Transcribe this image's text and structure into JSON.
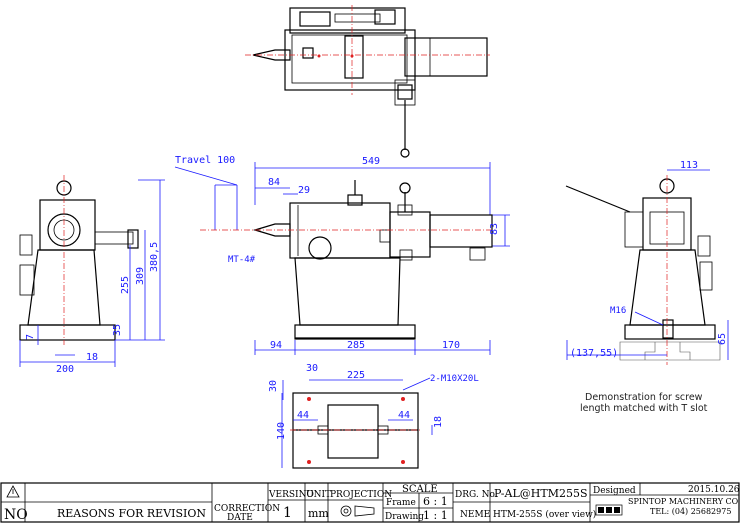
{
  "dimensions": {
    "travel": "Travel 100",
    "overall_length": "549",
    "d84": "84",
    "d29": "29",
    "d83": "83",
    "taper": "MT-4#",
    "left_ext": "94",
    "base_len": "285",
    "right_ext": "170",
    "d7": "7",
    "d35": "35",
    "d18_end": "18",
    "d200": "200",
    "h255": "255",
    "h309": "309",
    "h380": "380,5",
    "d113": "113",
    "bolt": "M16",
    "d137": "(137,55)",
    "d65": "65",
    "d30a": "30",
    "d30b": "30",
    "d225": "225",
    "holes": "2-M10X20L",
    "d44a": "44",
    "d44b": "44",
    "d140": "140",
    "d18_slot": "18"
  },
  "demonstration_note": [
    "Demonstration for screw",
    "length matched with T slot"
  ],
  "title_block": {
    "no_symbol": "NO",
    "reasons": "REASONS FOR REVISION",
    "correction_line1": "CORRECTION",
    "correction_line2": "DATE",
    "version_label": "VERSINO",
    "version_value": "1",
    "unit_label": "UNIT",
    "unit_value": "mm",
    "projection_label": "PROJECTION",
    "scale_label": "SCALE",
    "frame_label": "Frame",
    "frame_value": "6 : 1",
    "drawing_label": "Drawing",
    "drawing_value": "1 : 1",
    "drg_label": "DRG. No.",
    "drg_value": "P-AL@HTM255S",
    "name_label": "NEME",
    "name_value": "HTM-255S (over view)",
    "designed_label": "Designed",
    "date": "2015.10.26",
    "company": "SPINTOP MACHINERY CO.,LTD.",
    "tel": "TEL: (04) 25682975"
  }
}
